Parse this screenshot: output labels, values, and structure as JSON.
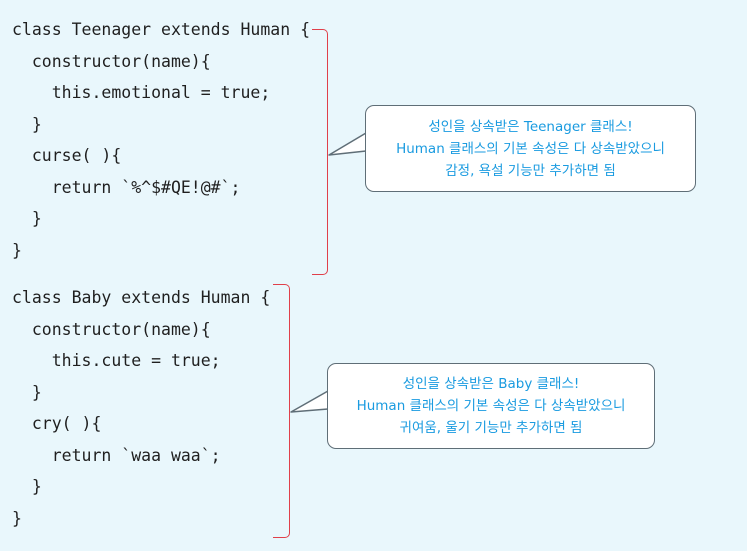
{
  "blocks": [
    {
      "code_lines": [
        "class Teenager extends Human {",
        "  constructor(name){",
        "    this.emotional = true;",
        "  }",
        "  curse( ){",
        "    return `%^$#QE!@#`;",
        "  }",
        "}"
      ],
      "callout_lines": [
        "성인을 상속받은 Teenager 클래스!",
        "Human 클래스의 기본 속성은 다 상속받았으니",
        "감정, 욕설 기능만 추가하면 됨"
      ]
    },
    {
      "code_lines": [
        "class Baby extends Human {",
        "  constructor(name){",
        "    this.cute = true;",
        "  }",
        "  cry( ){",
        "    return `waa waa`;",
        "  }",
        "}"
      ],
      "callout_lines": [
        "성인을 상속받은 Baby 클래스!",
        "Human 클래스의 기본 속성은 다 상속받았으니",
        "귀여움, 울기 기능만 추가하면 됨"
      ]
    }
  ],
  "colors": {
    "background": "#e9f7fc",
    "code_text": "#1f1f1f",
    "bracket": "#e0404a",
    "callout_text": "#1a9be0",
    "callout_border": "#5f6e77"
  }
}
